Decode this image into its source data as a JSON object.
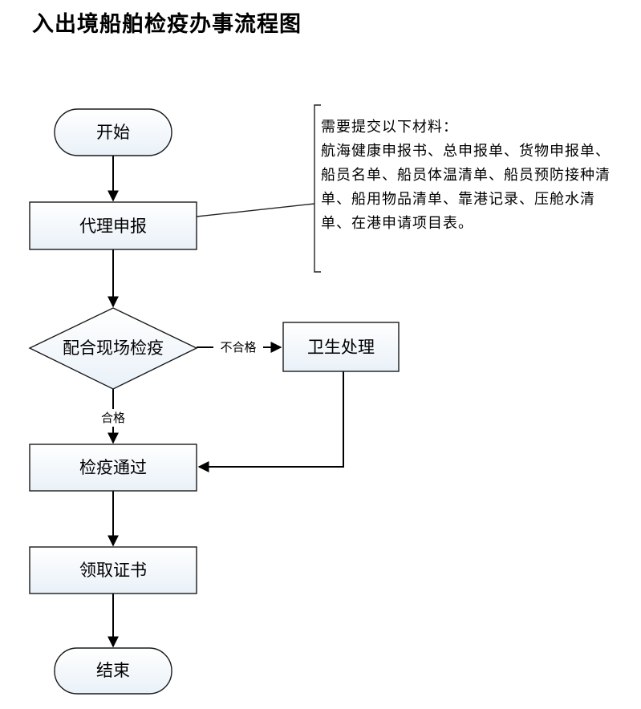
{
  "title": "入出境船舶检疫办事流程图",
  "nodes": {
    "start": "开始",
    "agent_declare": "代理申报",
    "onsite_quarantine": "配合现场检疫",
    "sanitary_treatment": "卫生处理",
    "quarantine_passed": "检疫通过",
    "get_certificate": "领取证书",
    "end": "结束"
  },
  "edges": {
    "fail_label": "不合格",
    "pass_label": "合格"
  },
  "note": {
    "heading": "需要提交以下材料：",
    "body": "航海健康申报书、总申报单、货物申报单、船员名单、船员体温清单、船员预防接种清单、船用物品清单、靠港记录、压舱水清单、在港申请项目表。"
  }
}
